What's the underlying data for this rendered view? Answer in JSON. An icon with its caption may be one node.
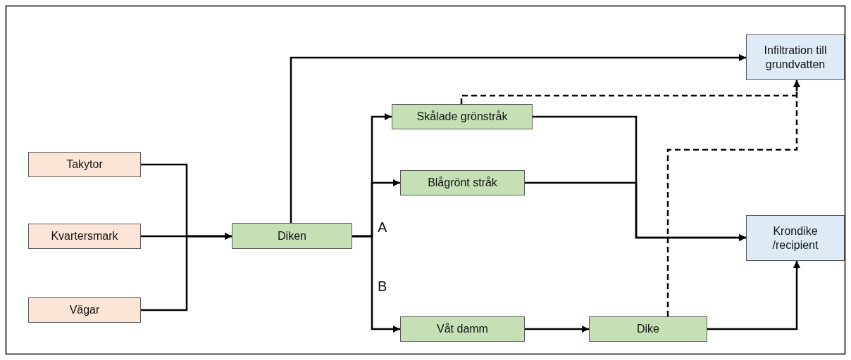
{
  "diagram": {
    "nodes": [
      {
        "text": [
          "Takytor"
        ]
      },
      {
        "text": [
          "Kvartersmark"
        ]
      },
      {
        "text": [
          "Vägar"
        ]
      },
      {
        "text": [
          "Diken"
        ]
      },
      {
        "text": [
          "Skålade grönstråk"
        ]
      },
      {
        "text": [
          "Blågrönt stråk"
        ]
      },
      {
        "text": [
          "Våt damm"
        ]
      },
      {
        "text": [
          "Dike"
        ]
      },
      {
        "text": [
          "Infiltration till grundvatten"
        ]
      },
      {
        "text": [
          "Krondike /recipient"
        ]
      }
    ],
    "edges": [
      {
        "from": 0,
        "to": 3,
        "arrow": "to"
      },
      {
        "from": 1,
        "to": 3,
        "arrow": "to"
      },
      {
        "from": 2,
        "to": 3,
        "arrow": "to"
      },
      {
        "from": 3,
        "to": 8,
        "arrow": "to"
      },
      {
        "from": 3,
        "to": 4,
        "arrow": "to"
      },
      {
        "from": 3,
        "to": 5,
        "arrow": "to"
      },
      {
        "from": 3,
        "to": 6,
        "arrow": "to"
      },
      {
        "from": 4,
        "to": 9,
        "arrow": "to"
      },
      {
        "from": 5,
        "to": 9,
        "arrow": "to"
      },
      {
        "from": 4,
        "to": 8,
        "arrow": "to",
        "style": "dashed"
      },
      {
        "from": 7,
        "to": 8,
        "arrow": "to",
        "style": "dashed"
      },
      {
        "from": 6,
        "to": 7,
        "arrow": "to"
      },
      {
        "from": 7,
        "to": 9,
        "arrow": "to"
      }
    ],
    "labels": [
      "A",
      "B"
    ]
  }
}
